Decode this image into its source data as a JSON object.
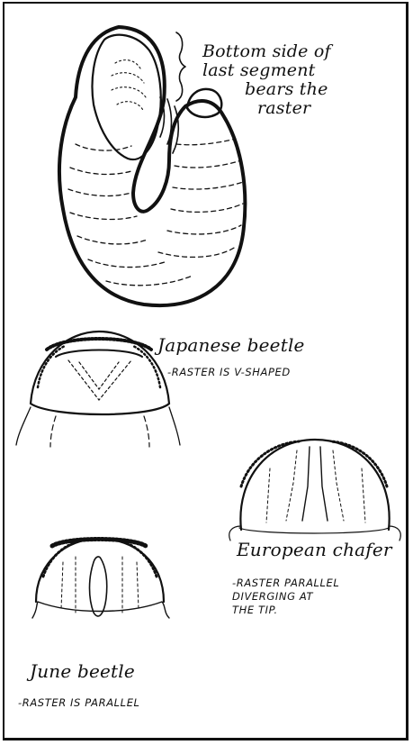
{
  "grub_caption": [
    "Bottom side of",
    "last segment",
    "bears the",
    "raster"
  ],
  "specimens": [
    {
      "id": "japanese",
      "name": "Japanese beetle",
      "note": [
        "-RASTER IS V-SHAPED"
      ]
    },
    {
      "id": "european",
      "name": "European chafer",
      "note": [
        "-RASTER PARALLEL",
        "DIVERGING AT",
        "THE TIP."
      ]
    },
    {
      "id": "june",
      "name": "June beetle",
      "note": [
        "-RASTER IS PARALLEL"
      ]
    }
  ],
  "colors": {
    "ink": "#111111",
    "paper": "#ffffff"
  }
}
